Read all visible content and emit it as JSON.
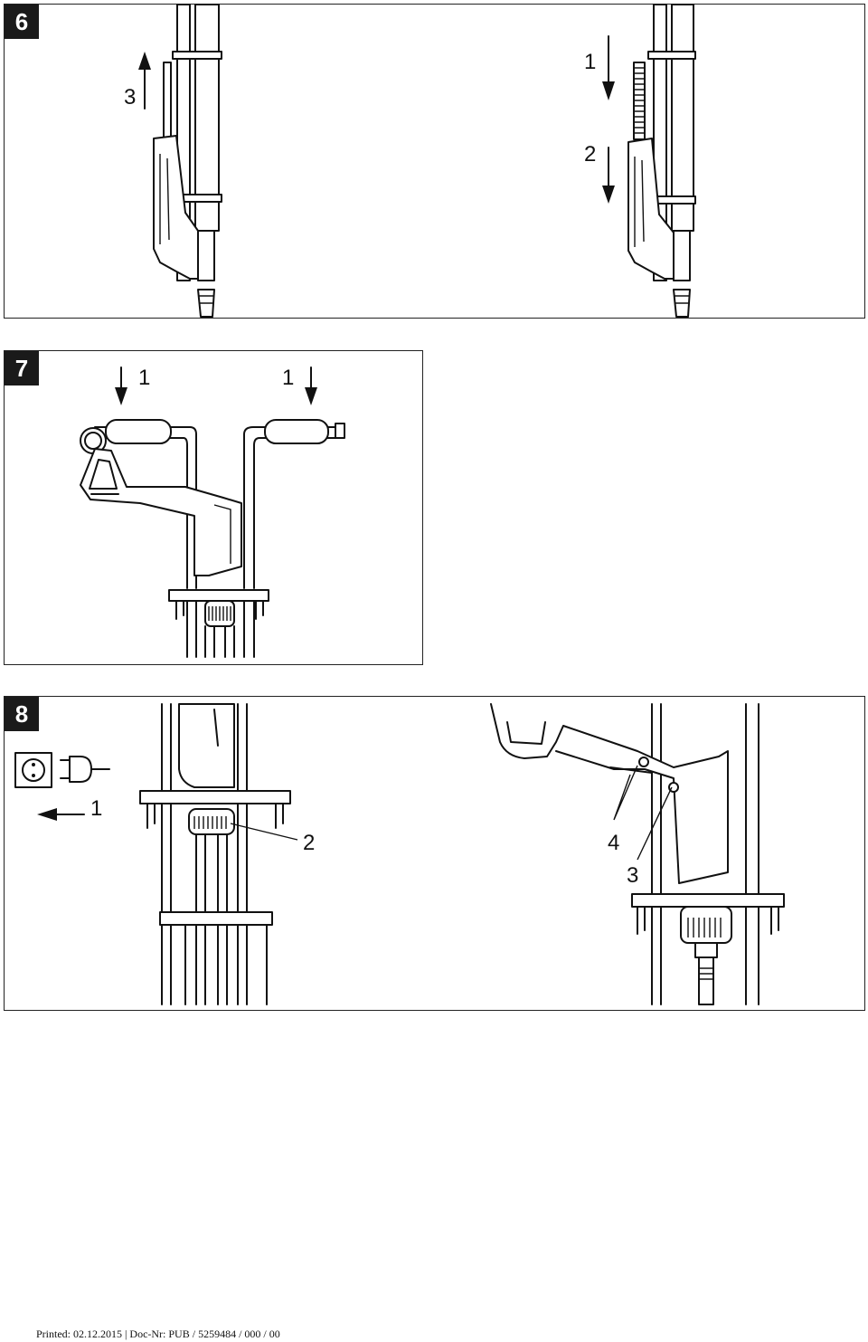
{
  "figures": [
    {
      "number": "6",
      "callouts": [
        "3",
        "1",
        "2"
      ]
    },
    {
      "number": "7",
      "callouts": [
        "1",
        "1"
      ]
    },
    {
      "number": "8",
      "callouts": [
        "1",
        "2",
        "4",
        "3"
      ]
    }
  ],
  "footer": {
    "text": "Printed: 02.12.2015 | Doc-Nr: PUB / 5259484 / 000 / 00"
  }
}
